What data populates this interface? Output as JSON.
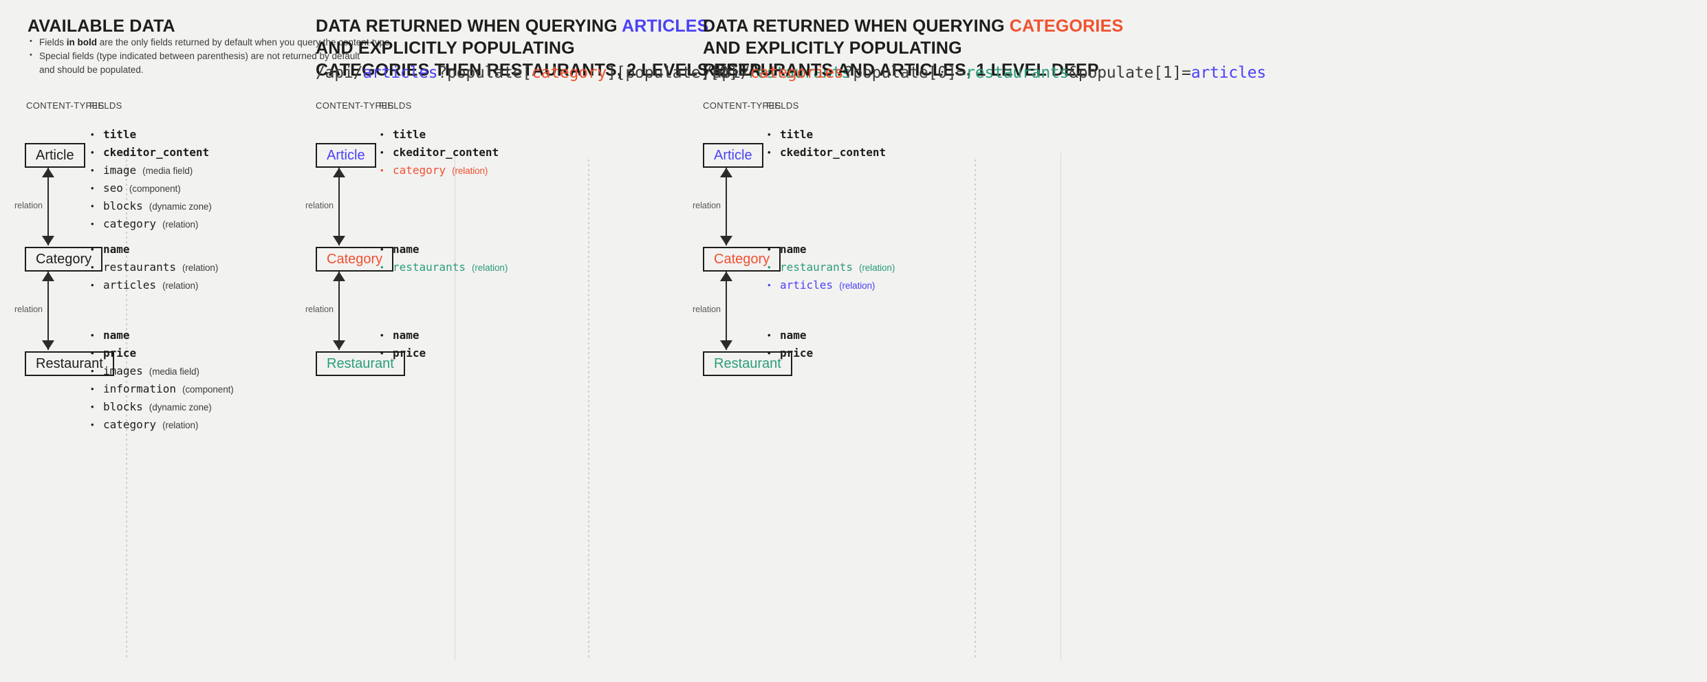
{
  "panels": [
    {
      "id": "available-data",
      "heading_lines": [
        {
          "parts": [
            {
              "text": "AVAILABLE DATA",
              "color": "none"
            }
          ]
        }
      ],
      "bullets": [
        {
          "pre": "Fields ",
          "bold": "in bold",
          "post": " are the only fields returned by default when you query the content-type."
        },
        {
          "pre": "Special fields (type indicated between parenthesis) are not returned by default",
          "bold": "",
          "post": ""
        },
        {
          "pre": "and should be populated.",
          "bold": "",
          "post": "",
          "continuation": true
        }
      ],
      "url": null,
      "col_headers": {
        "content_types": "CONTENT-TYPES",
        "fields": "FIELDS"
      },
      "relation_label": "relation",
      "entities": [
        {
          "name": "Article",
          "color": "none",
          "fields": [
            {
              "name": "title",
              "type": "",
              "bold": true,
              "color": "none"
            },
            {
              "name": "ckeditor_content",
              "type": "",
              "bold": true,
              "color": "none"
            },
            {
              "name": "image",
              "type": "(media field)",
              "bold": false,
              "color": "none"
            },
            {
              "name": "seo",
              "type": "(component)",
              "bold": false,
              "color": "none"
            },
            {
              "name": "blocks",
              "type": "(dynamic zone)",
              "bold": false,
              "color": "none"
            },
            {
              "name": "category",
              "type": "(relation)",
              "bold": false,
              "color": "none"
            }
          ]
        },
        {
          "name": "Category",
          "color": "none",
          "fields": [
            {
              "name": "name",
              "type": "",
              "bold": true,
              "color": "none"
            },
            {
              "name": "restaurants",
              "type": "(relation)",
              "bold": false,
              "color": "none"
            },
            {
              "name": "articles",
              "type": "(relation)",
              "bold": false,
              "color": "none"
            }
          ]
        },
        {
          "name": "Restaurant",
          "color": "none",
          "fields": [
            {
              "name": "name",
              "type": "",
              "bold": true,
              "color": "none"
            },
            {
              "name": "price",
              "type": "",
              "bold": true,
              "color": "none"
            },
            {
              "name": "images",
              "type": "(media field)",
              "bold": false,
              "color": "none"
            },
            {
              "name": "information",
              "type": "(component)",
              "bold": false,
              "color": "none"
            },
            {
              "name": "blocks",
              "type": "(dynamic zone)",
              "bold": false,
              "color": "none"
            },
            {
              "name": "category",
              "type": "(relation)",
              "bold": false,
              "color": "none"
            }
          ]
        }
      ]
    },
    {
      "id": "query-articles",
      "heading_lines": [
        {
          "parts": [
            {
              "text": "DATA RETURNED WHEN QUERYING ",
              "color": "none"
            },
            {
              "text": "ARTICLES",
              "color": "blue"
            }
          ]
        },
        {
          "parts": [
            {
              "text": "AND EXPLICITLY POPULATING",
              "color": "none"
            }
          ]
        },
        {
          "parts": [
            {
              "text": "CATEGORIES THEN RESTAURANTS, 2 LEVELS DEEP",
              "color": "none"
            }
          ]
        }
      ],
      "bullets": [],
      "url": [
        {
          "text": "/api/",
          "color": "none"
        },
        {
          "text": "articles",
          "color": "blue"
        },
        {
          "text": "?populate[",
          "color": "none"
        },
        {
          "text": "category",
          "color": "red"
        },
        {
          "text": "][populate][0]=",
          "color": "none"
        },
        {
          "text": "restaurants",
          "color": "green"
        }
      ],
      "col_headers": {
        "content_types": "CONTENT-TYPES",
        "fields": "FIELDS"
      },
      "relation_label": "relation",
      "entities": [
        {
          "name": "Article",
          "color": "blue",
          "fields": [
            {
              "name": "title",
              "type": "",
              "bold": true,
              "color": "none"
            },
            {
              "name": "ckeditor_content",
              "type": "",
              "bold": true,
              "color": "none"
            },
            {
              "name": "category",
              "type": "(relation)",
              "bold": false,
              "color": "red"
            }
          ]
        },
        {
          "name": "Category",
          "color": "red",
          "fields": [
            {
              "name": "name",
              "type": "",
              "bold": true,
              "color": "none"
            },
            {
              "name": "restaurants",
              "type": "(relation)",
              "bold": false,
              "color": "green"
            }
          ]
        },
        {
          "name": "Restaurant",
          "color": "green",
          "fields": [
            {
              "name": "name",
              "type": "",
              "bold": true,
              "color": "none"
            },
            {
              "name": "price",
              "type": "",
              "bold": true,
              "color": "none"
            }
          ]
        }
      ]
    },
    {
      "id": "query-categories",
      "heading_lines": [
        {
          "parts": [
            {
              "text": "DATA RETURNED WHEN QUERYING ",
              "color": "none"
            },
            {
              "text": "CATEGORIES",
              "color": "red"
            }
          ]
        },
        {
          "parts": [
            {
              "text": "AND EXPLICITLY POPULATING",
              "color": "none"
            }
          ]
        },
        {
          "parts": [
            {
              "text": "RESTAURANTS AND ARTICLES, 1 LEVEL DEEP",
              "color": "none"
            }
          ]
        }
      ],
      "bullets": [],
      "url": [
        {
          "text": "/api/",
          "color": "none"
        },
        {
          "text": "categories",
          "color": "red"
        },
        {
          "text": "?populate[0]=",
          "color": "none"
        },
        {
          "text": "restaurants",
          "color": "green"
        },
        {
          "text": "&populate[1]=",
          "color": "none"
        },
        {
          "text": "articles",
          "color": "blue"
        }
      ],
      "col_headers": {
        "content_types": "CONTENT-TYPES",
        "fields": "FIELDS"
      },
      "relation_label": "relation",
      "entities": [
        {
          "name": "Article",
          "color": "blue",
          "fields": [
            {
              "name": "title",
              "type": "",
              "bold": true,
              "color": "none"
            },
            {
              "name": "ckeditor_content",
              "type": "",
              "bold": true,
              "color": "none"
            }
          ]
        },
        {
          "name": "Category",
          "color": "red",
          "fields": [
            {
              "name": "name",
              "type": "",
              "bold": true,
              "color": "none"
            },
            {
              "name": "restaurants",
              "type": "(relation)",
              "bold": false,
              "color": "green"
            },
            {
              "name": "articles",
              "type": "(relation)",
              "bold": false,
              "color": "blue"
            }
          ]
        },
        {
          "name": "Restaurant",
          "color": "green",
          "fields": [
            {
              "name": "name",
              "type": "",
              "bold": true,
              "color": "none"
            },
            {
              "name": "price",
              "type": "",
              "bold": true,
              "color": "none"
            }
          ]
        }
      ]
    }
  ],
  "colors": {
    "background": "#f2f2f1",
    "ink": "#1d1d1b",
    "blue": "#4b41f5",
    "red": "#f0512f",
    "green": "#2a9d78",
    "muted": "#3c3c3b"
  }
}
